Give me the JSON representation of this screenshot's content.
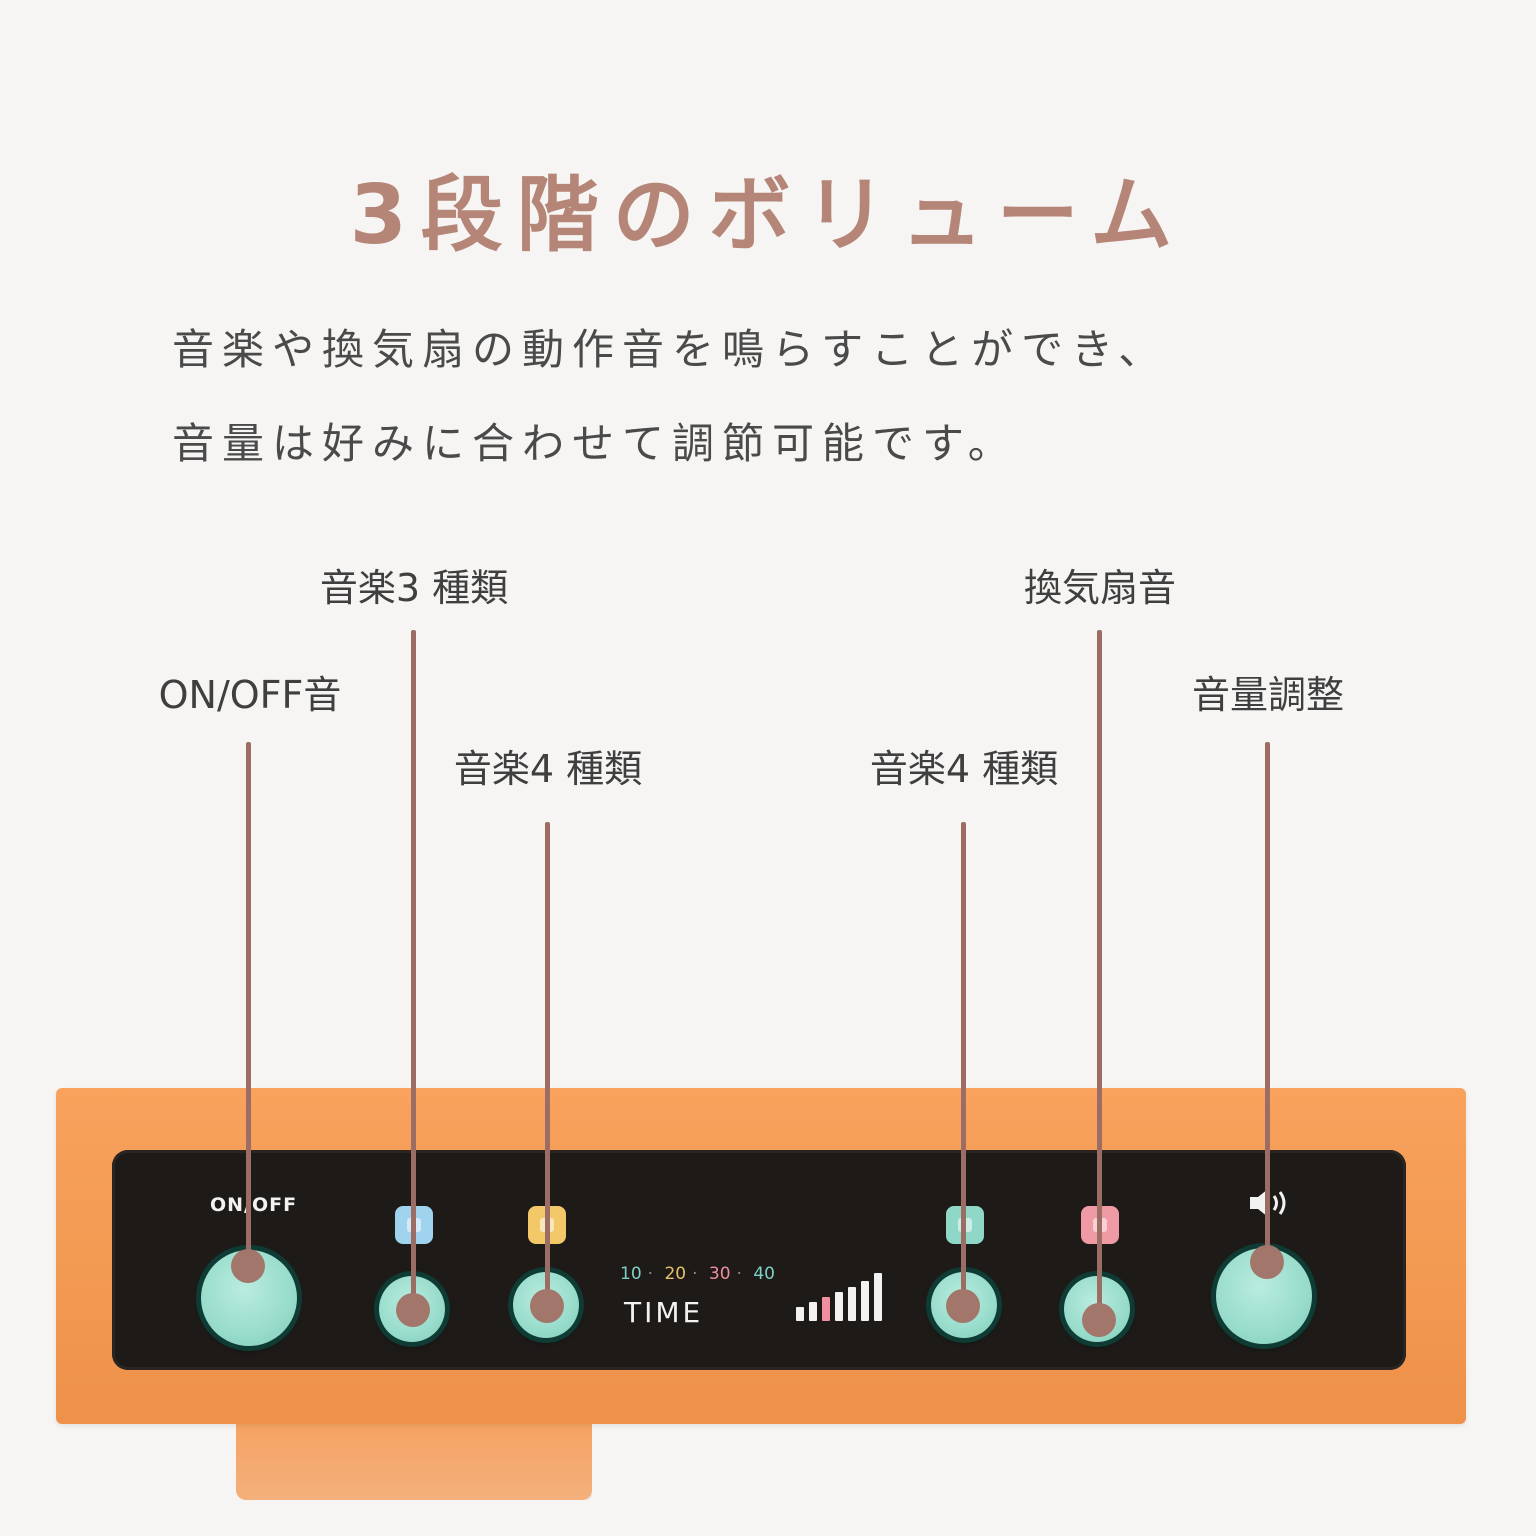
{
  "heading": "3段階のボリューム",
  "intro": {
    "line1": "音楽や換気扇の動作音を鳴らすことができ、",
    "line2": "音量は好みに合わせて調節可能です。"
  },
  "callouts": {
    "onoff": "ON/OFF音",
    "music3": "音楽3 種類",
    "music4_left": "音楽4 種類",
    "music4_right": "音楽4 種類",
    "fan": "換気扇音",
    "volume": "音量調整"
  },
  "device": {
    "onoff_label": "ON/OFF",
    "timer_scale": [
      "10",
      "20",
      "30",
      "40"
    ],
    "time_label": "TIME",
    "volume_level_bars": 7,
    "colors": {
      "body": "#f39a53",
      "panel": "#1d1a18",
      "knob": "#98dccb",
      "icon_music3": "#9fd3ee",
      "icon_music4_left": "#f2c869",
      "icon_music4_right": "#8fd8c8",
      "icon_fan": "#f09aa6",
      "leader": "#9b6d64",
      "heading": "#b58577"
    }
  }
}
